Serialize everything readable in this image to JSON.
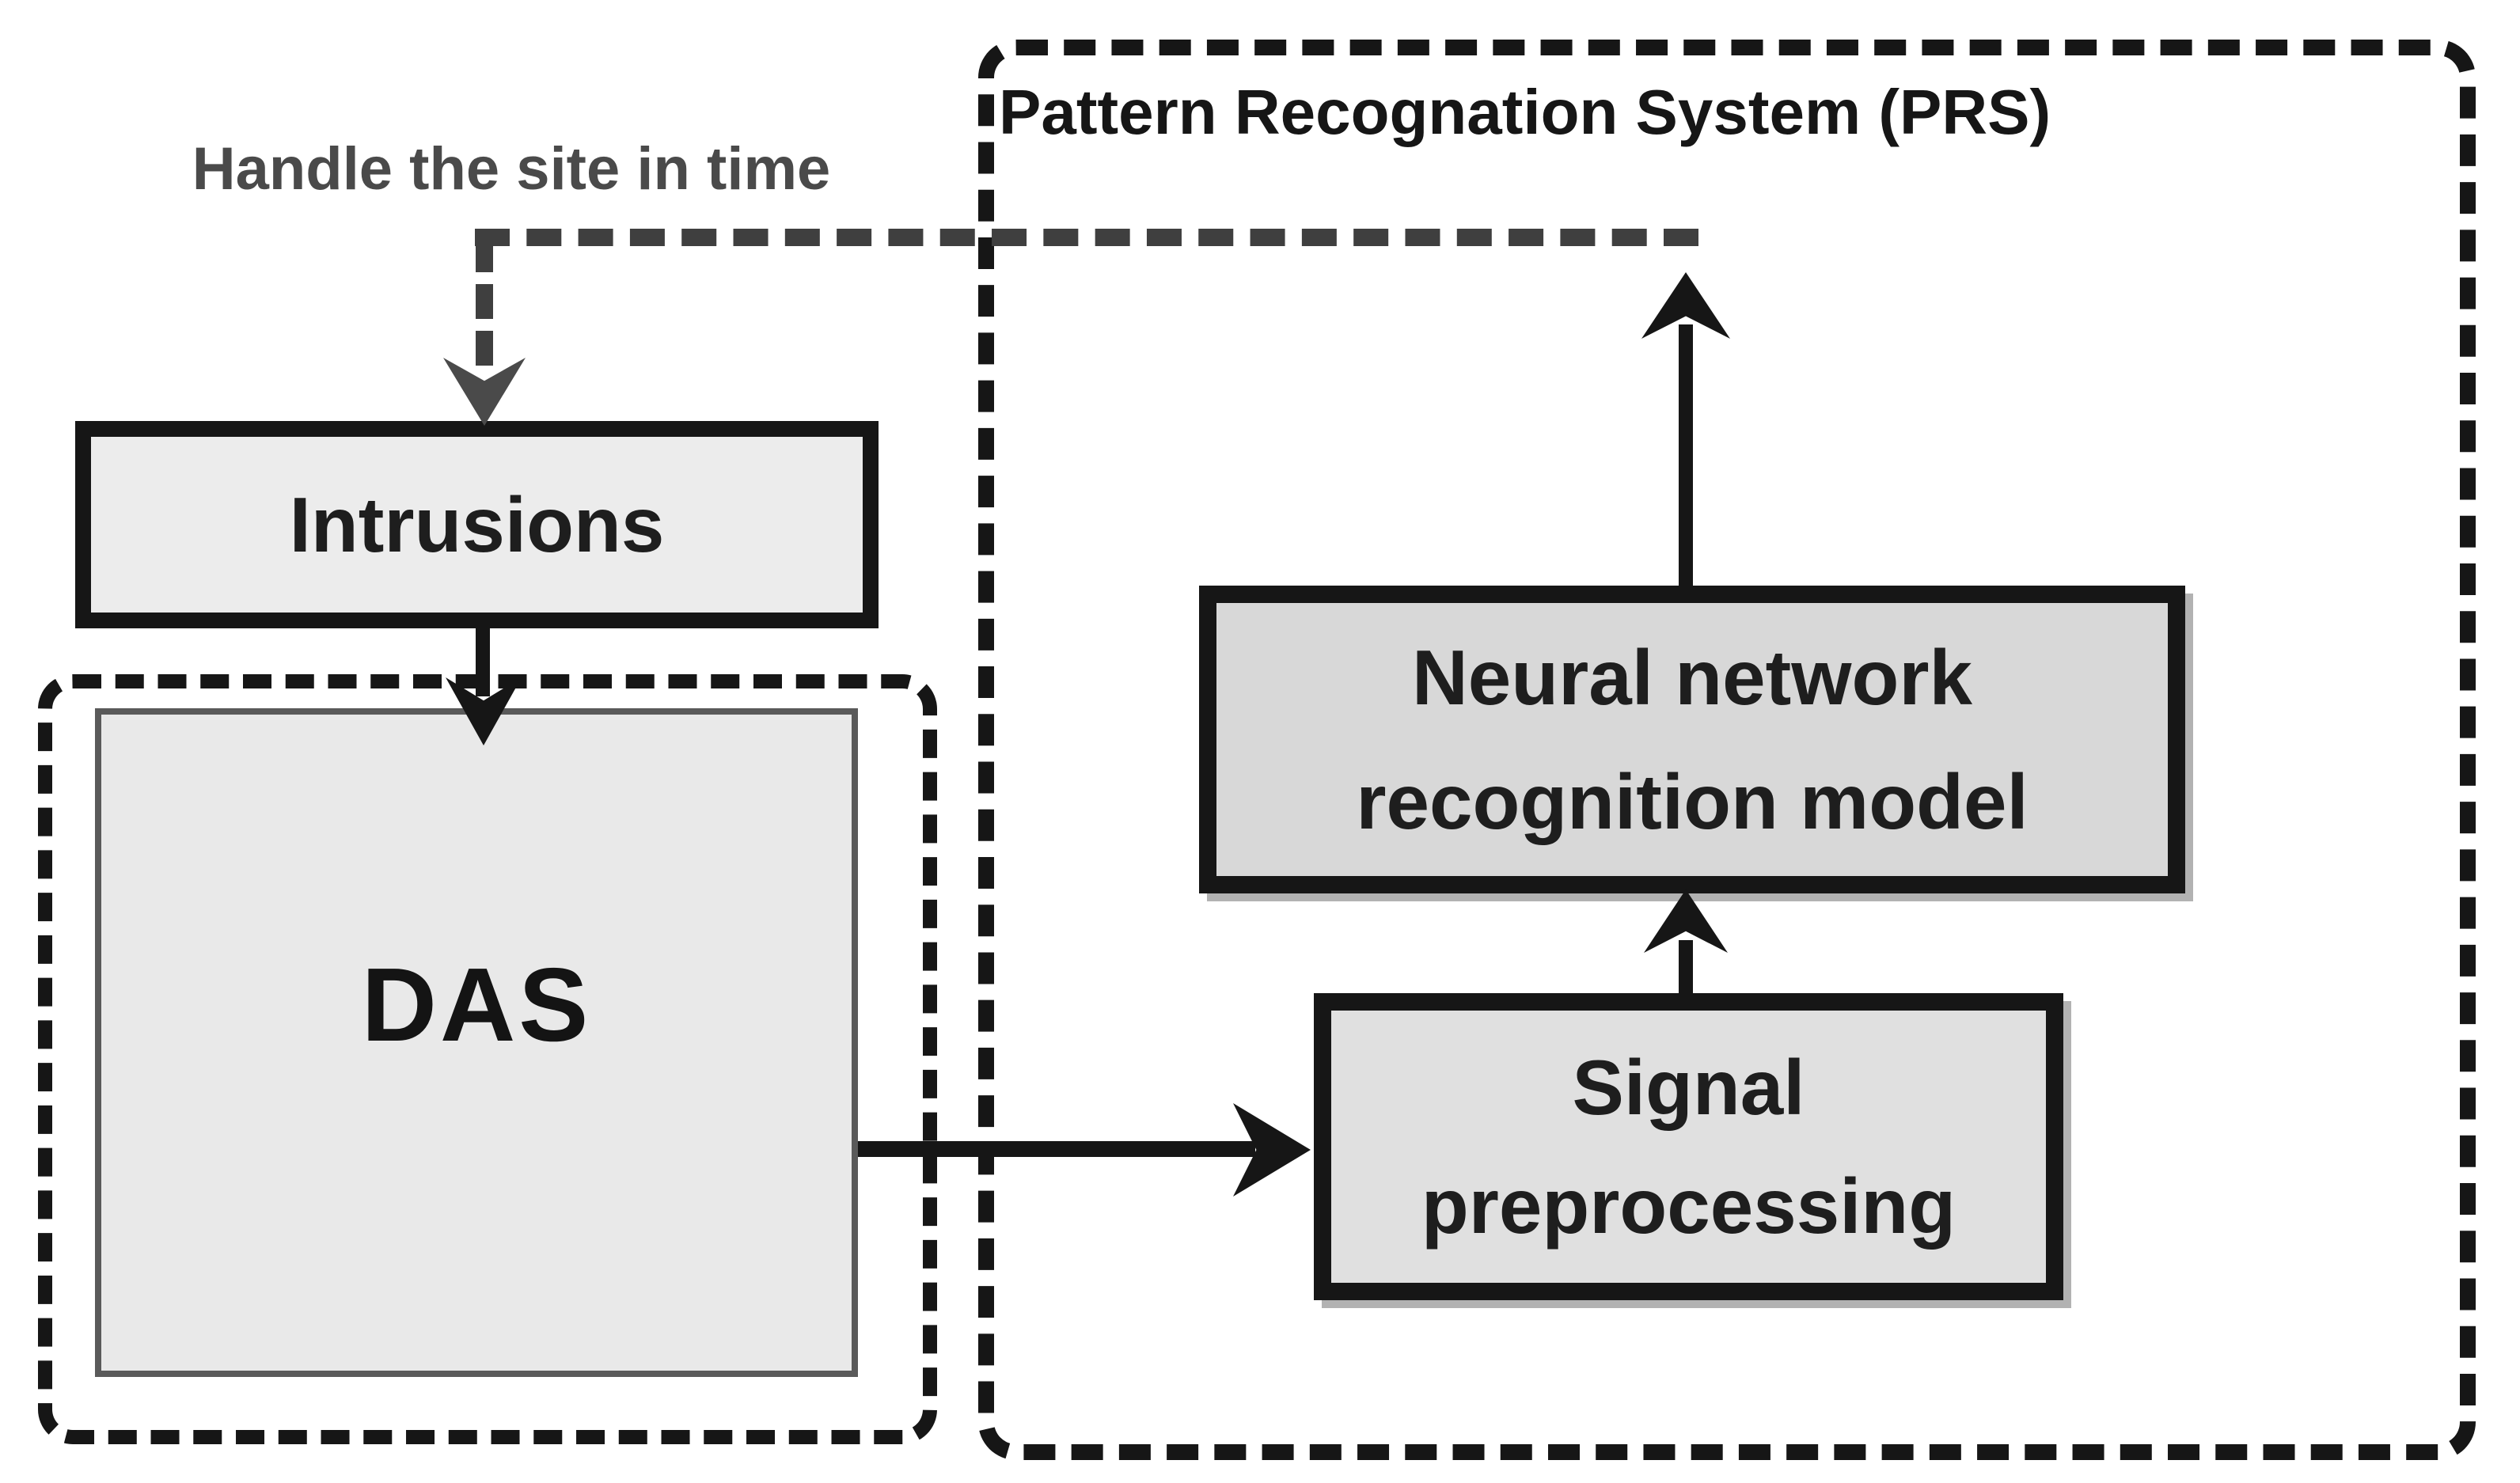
{
  "diagram": {
    "feedback_label": "Handle the site in time",
    "prs_title": "Pattern Recognation System (PRS)",
    "nodes": {
      "intrusions": "Intrusions",
      "das": "DAS",
      "neural_line1": "Neural network",
      "neural_line2": "recognition model",
      "signal_line1": "Signal",
      "signal_line2": "preprocessing"
    },
    "edges": [
      {
        "from": "Intrusions",
        "to": "DAS",
        "style": "solid"
      },
      {
        "from": "DAS",
        "to": "Signal preprocessing",
        "style": "solid"
      },
      {
        "from": "Signal preprocessing",
        "to": "Neural network recognition model",
        "style": "solid"
      },
      {
        "from": "Neural network recognition model",
        "to": "Intrusions",
        "style": "dashed",
        "label": "Handle the site in time"
      }
    ]
  },
  "theme": {
    "bg": "#ffffff",
    "ink": "#161616",
    "gray_ink": "#4a4a4a",
    "feedback_dash": "#3f3f3f",
    "text_dark": "#1e1e1e",
    "fill_intrusions": "#ececec",
    "fill_das": "#e9e9e9",
    "fill_neural": "#d8d8d8",
    "fill_signal": "#e0e0e0",
    "das_inner_border": "#5a5a5a"
  }
}
